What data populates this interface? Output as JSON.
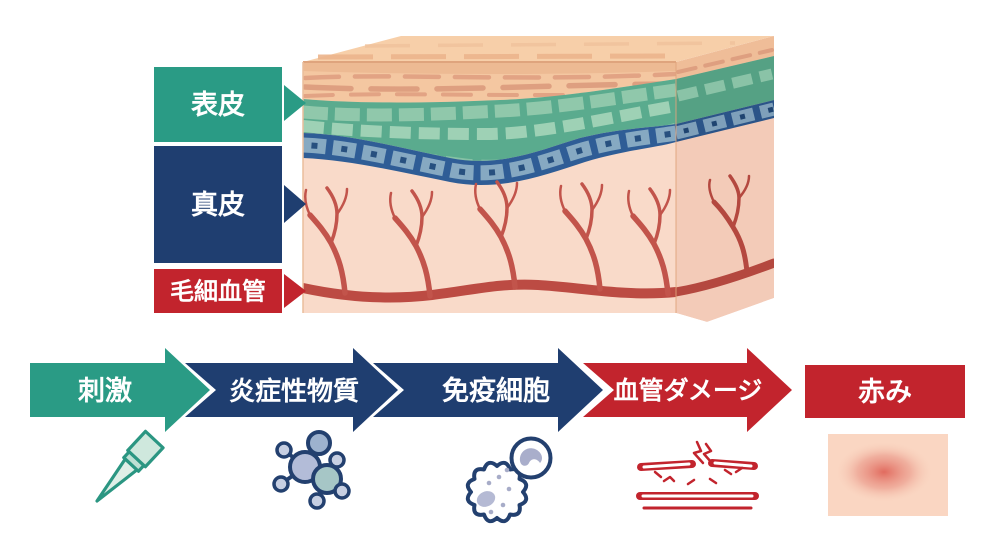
{
  "page": {
    "background": "#FFFFFF",
    "description_labels_language": "ja"
  },
  "skin_diagram": {
    "layer_labels": [
      {
        "label": "表皮",
        "color": "#2A9B85"
      },
      {
        "label": "真皮",
        "color": "#1F3E70"
      },
      {
        "label": "毛細血管",
        "color": "#C2242D"
      }
    ]
  },
  "flow_diagram": {
    "steps": [
      {
        "label": "刺激",
        "color": "#2A9B85",
        "icon": "pipette-tip"
      },
      {
        "label": "炎症性物質",
        "color": "#1F3E70",
        "icon": "molecule"
      },
      {
        "label": "免疫細胞",
        "color": "#1F3E70",
        "icon": "immune-cells"
      },
      {
        "label": "血管ダメージ",
        "color": "#C2242D",
        "icon": "damaged-vessel"
      },
      {
        "label": "赤み",
        "color": "#C2242D",
        "icon": "skin-redness"
      }
    ]
  },
  "palette": {
    "teal": "#2A9B85",
    "navy": "#1F3E70",
    "red": "#C2242D",
    "skin_top_peach": "#F7CFA9",
    "stratum_corneum": "#F4C7A1",
    "epidermis_green": "#5AAB8E",
    "basal_layer_blue": "#2F5D96",
    "dermis_pink": "#F9DAC9",
    "vessel_red": "#BC4B43"
  }
}
